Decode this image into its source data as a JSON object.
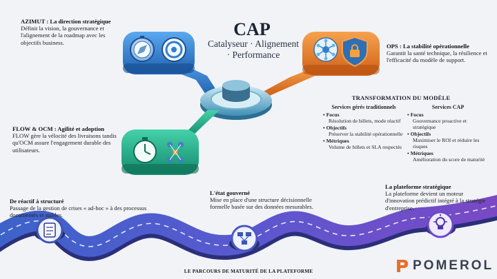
{
  "header": {
    "title": "CAP",
    "subtitle_1": "Catalyseur · Alignement",
    "subtitle_2": "· Performance"
  },
  "azimut": {
    "title": "AZIMUT : La direction stratégique",
    "text": "Définit la vision, la gouvernance et l'alignement de la roadmap avec les objectifs business."
  },
  "ops": {
    "title": "OPS : La stabilité opérationnelle",
    "text": "Garantit la santé technique, la résilience et l'efficacité du modèle de support."
  },
  "flow": {
    "title": "FLOW & OCM : Agilité et adoption",
    "text": "FLOW gère la vélocité des livraisons tandis qu'OCM assure l'engagement durable des utilisateurs."
  },
  "transformation": {
    "title": "TRANSFORMATION DU MODÈLE",
    "left": {
      "header": "Services gérés traditionnels",
      "items": [
        {
          "label": "Focus",
          "text": "Résolution de billets, mode réactif"
        },
        {
          "label": "Objectifs",
          "text": "Préserver la stabilité opérationnelle"
        },
        {
          "label": "Métriques",
          "text": "Volume de billets et SLA respectés"
        }
      ]
    },
    "right": {
      "header": "Services CAP",
      "items": [
        {
          "label": "Focus",
          "text": "Gouvernance proactive et stratégique"
        },
        {
          "label": "Objectifs",
          "text": "Maximiser le ROI et réduire les risques"
        },
        {
          "label": "Métriques",
          "text": "Amélioration du score de maturité"
        }
      ]
    }
  },
  "journey": {
    "step1": {
      "title": "De réactif à structuré",
      "text": "Passage de la gestion de crises « ad-hoc » à des processus documentés et stables."
    },
    "step2": {
      "title": "L'état gouverné",
      "text": "Mise en place d'une structure décisionnelle formelle basée sur des données mesurables."
    },
    "step3": {
      "title": "La plateforme stratégique",
      "text": "La plateforme devient un moteur d'innovation prédictif intégré à la stratégie d'entreprise."
    }
  },
  "footer": {
    "text": "LE PARCOURS DE MATURITÉ DE LA PLATEFORME"
  },
  "brand": {
    "name": "POMEROL",
    "accent": "#e8702a"
  },
  "colors": {
    "blue": "#2f7fd0",
    "orange": "#e8822e",
    "green": "#1fae8a",
    "purple": "#6b4ac9",
    "teal": "#5fb6c8"
  },
  "icons": [
    "compass-icon",
    "target-icon",
    "network-hub-icon",
    "shield-lock-icon",
    "stopwatch-icon",
    "team-network-icon",
    "clipboard-checklist-icon",
    "flowchart-icon",
    "lightbulb-gear-icon"
  ]
}
